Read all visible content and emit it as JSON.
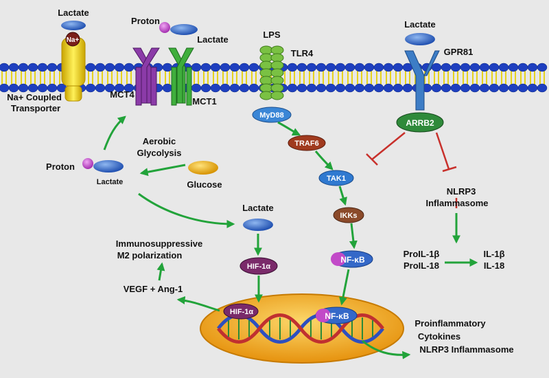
{
  "labels": {
    "lactate_transporter": "Lactate",
    "na_ion": "Na+",
    "na_transporter_1": "Na+ Coupled",
    "na_transporter_2": "Transporter",
    "proton_top": "Proton",
    "lactate_top": "Lactate",
    "mct4": "MCT4",
    "mct1": "MCT1",
    "lps": "LPS",
    "tlr4": "TLR4",
    "lactate_gpr": "Lactate",
    "gpr81": "GPR81",
    "myd88": "MyD88",
    "traf6": "TRAF6",
    "arrb2": "ARRB2",
    "tak1": "TAK1",
    "ikks": "IKKs",
    "nfkb": "NF-κB",
    "nfkb_nucleus": "NF-κB",
    "aerobic_1": "Aerobic",
    "aerobic_2": "Glycolysis",
    "proton_left": "Proton",
    "lactate_left": "Lactate",
    "glucose": "Glucose",
    "lactate_mid": "Lactate",
    "hif1a": "HIF-1α",
    "hif1a_nucleus": "HIF-1α",
    "immuno_1": "Immunosuppressive",
    "immuno_2": "M2 polarization",
    "vegf": "VEGF + Ang-1",
    "nlrp3_1": "NLRP3",
    "nlrp3_2": "Inflammasome",
    "proil1b": "ProIL-1β",
    "proil18": "ProIL-18",
    "il1b": "IL-1β",
    "il18": "IL-18",
    "proinf_1": "Proinflammatory",
    "proinf_2": "Cytokines",
    "proinf_3": "NLRP3 Inflammasome"
  },
  "colors": {
    "background": "#e8e8e8",
    "lipid_head": "#1e3fbf",
    "lipid_tail": "#e6d21c",
    "arrow_green": "#22a33a",
    "inhibit_red": "#c8302b",
    "nucleus": "#f2a81a",
    "mct4": "#8b3ba8",
    "mct1": "#3fae3c",
    "tlr4": "#7ac143",
    "gpr81": "#3d7dc6",
    "lactate": "#2f62c4",
    "proton": "#c24ac8",
    "glucose": "#f1b000",
    "myd88": "#3a86d6",
    "traf6": "#a03a1e",
    "arrb2": "#2f8a3a",
    "tak1": "#2f79d0",
    "ikks": "#8b4a2a",
    "nfkb": "#3468c8",
    "hif1a": "#7a2a6a"
  }
}
